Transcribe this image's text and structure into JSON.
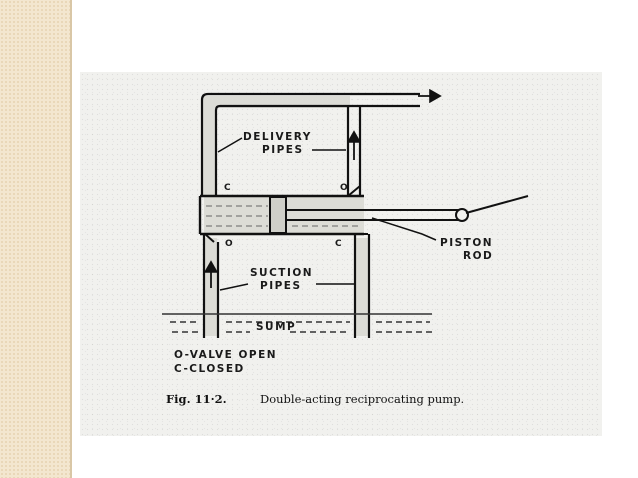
{
  "diagram": {
    "labels": {
      "delivery_line1": "DELIVERY",
      "delivery_line2": "PIPES",
      "suction_line1": "SUCTION",
      "suction_line2": "PIPES",
      "sump": "SUMP",
      "piston_line1": "PISTON",
      "piston_line2": "ROD",
      "valve_c_top_left": "C",
      "valve_o_top_right": "O",
      "valve_o_bottom_left": "O",
      "valve_c_bottom_right": "C"
    },
    "legend": {
      "open": "O-VALVE OPEN",
      "closed": "C-CLOSED"
    },
    "caption": {
      "figure_number": "Fig. 11·2.",
      "title": "Double-acting reciprocating pump."
    }
  }
}
